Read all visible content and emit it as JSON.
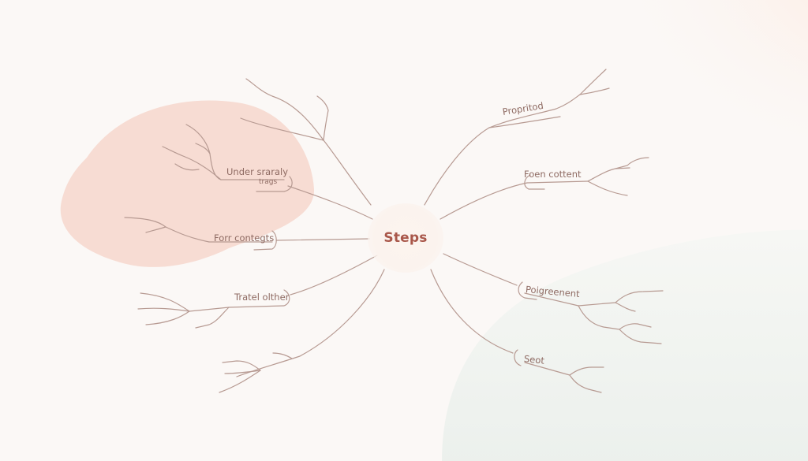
{
  "diagram": {
    "type": "mind-map",
    "center": {
      "label": "Steps"
    },
    "branches": [
      {
        "id": "top-left",
        "label": "",
        "side": "left",
        "children_count": 3
      },
      {
        "id": "under-sraraly",
        "label": "Under sraraly",
        "sublabel": "trags",
        "side": "left",
        "children_count": 4
      },
      {
        "id": "forr-contegts",
        "label": "Forr contegts",
        "side": "left",
        "children_count": 2
      },
      {
        "id": "tratel-olther",
        "label": "Tratel olther",
        "side": "left",
        "children_count": 4
      },
      {
        "id": "bottom-left",
        "label": "",
        "side": "left",
        "children_count": 4
      },
      {
        "id": "propritod",
        "label": "Propritod",
        "side": "right",
        "children_count": 2
      },
      {
        "id": "foen-cottent",
        "label": "Foen cottent",
        "side": "right",
        "children_count": 3
      },
      {
        "id": "poigreenent",
        "label": "Poigreenent",
        "side": "right",
        "children_count": 4
      },
      {
        "id": "seot",
        "label": "Seot",
        "side": "right",
        "children_count": 2
      }
    ]
  },
  "colors": {
    "background": "#fbf8f6",
    "blob_pink": "#f7dcd3",
    "blob_peach": "#fde9de",
    "blob_mint": "#eef2ef",
    "line": "#b79a92",
    "center_text": "#a9574a",
    "node_text": "#8e6a62"
  }
}
